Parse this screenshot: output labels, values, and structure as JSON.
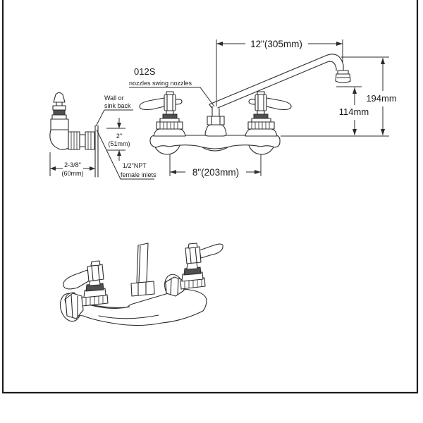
{
  "page": {
    "background": "#ffffff",
    "border_color": "#1c1c1c",
    "line_color": "#2b2b2b",
    "text_color": "#1a1a1a"
  },
  "drawing": {
    "model_label": "012S",
    "model_note": "nozzles swing nozzles",
    "labels": {
      "wall_line1": "Wall or",
      "wall_line2": "sink back",
      "inlet_line1": "1/2\"NPT",
      "inlet_line2": "female inlets"
    },
    "dimensions": {
      "spout_reach": "12\"(305mm)",
      "inlet_centers": "8\"(203mm)",
      "wall_clearance_in": "2\"",
      "wall_clearance_mm": "(51mm)",
      "body_depth_in": "2-3/8\"",
      "body_depth_mm": "(60mm)",
      "total_height": "194mm",
      "outlet_height": "114mm"
    }
  }
}
